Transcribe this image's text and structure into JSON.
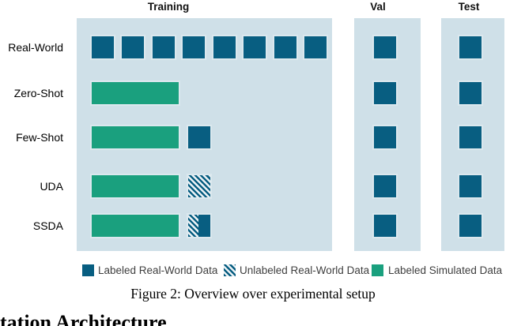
{
  "colors": {
    "labeled_real_blue": "#085e81",
    "labeled_sim_green": "#1aa07e",
    "panel_bg": "#cfe0e8",
    "hatch_bg": "#eef4f7",
    "legend_text": "#3f3f3f"
  },
  "columns": [
    {
      "label": "Training"
    },
    {
      "label": "Val"
    },
    {
      "label": "Test"
    }
  ],
  "rows": [
    {
      "label": "Real-World",
      "training": [
        {
          "kind": "labeled-real",
          "repeat": 8
        }
      ],
      "val": "labeled-real",
      "test": "labeled-real"
    },
    {
      "label": "Zero-Shot",
      "training": [
        {
          "kind": "labeled-sim",
          "shape": "bar"
        }
      ],
      "val": "labeled-real",
      "test": "labeled-real"
    },
    {
      "label": "Few-Shot",
      "training": [
        {
          "kind": "labeled-sim",
          "shape": "bar"
        },
        {
          "kind": "labeled-real"
        }
      ],
      "val": "labeled-real",
      "test": "labeled-real"
    },
    {
      "label": "UDA",
      "training": [
        {
          "kind": "labeled-sim",
          "shape": "bar"
        },
        {
          "kind": "unlabeled-real"
        }
      ],
      "val": "labeled-real",
      "test": "labeled-real"
    },
    {
      "label": "SSDA",
      "training": [
        {
          "kind": "labeled-sim",
          "shape": "bar"
        },
        {
          "kind": "split"
        }
      ],
      "val": "labeled-real",
      "test": "labeled-real"
    }
  ],
  "legend": [
    {
      "swatch": "solid-blue",
      "label": "Labeled Real-World Data"
    },
    {
      "swatch": "hatched-blue",
      "label": "Unlabeled Real-World Data"
    },
    {
      "swatch": "solid-green",
      "label": "Labeled Simulated Data"
    }
  ],
  "caption": "Figure 2: Overview over experimental setup",
  "partial_heading": "tation Architecture"
}
